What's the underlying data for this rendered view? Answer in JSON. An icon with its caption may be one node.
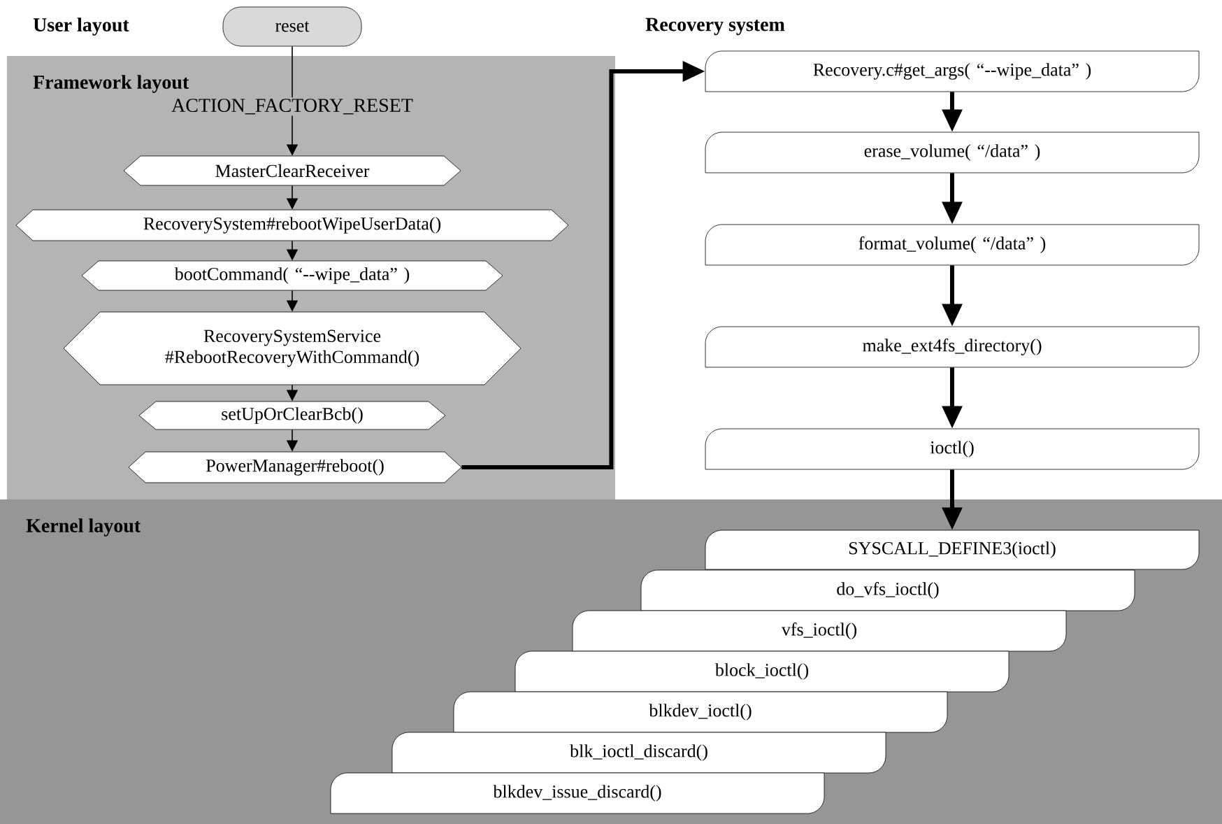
{
  "diagram": {
    "nodes": [
      {
        "text": [
          "reset"
        ]
      },
      {
        "text": [
          "Framework layout"
        ]
      },
      {
        "text": [
          "MasterClearReceiver"
        ],
        "in": 1
      },
      {
        "text": [
          "RecoverySystem#rebootWipeUserData()"
        ],
        "in": 1
      },
      {
        "text": [
          "bootCommand( “--wipe_data” )"
        ],
        "in": 1
      },
      {
        "text": [
          "RecoverySystemService #RebootRecoveryWithCommand()"
        ],
        "in": 1
      },
      {
        "text": [
          "setUpOrClearBcb()"
        ],
        "in": 1
      },
      {
        "text": [
          "PowerManager#reboot()"
        ],
        "in": 1
      },
      {
        "text": [
          "Recovery.c#get_args( “--wipe_data” )"
        ]
      },
      {
        "text": [
          "erase_volume( “/data” )"
        ]
      },
      {
        "text": [
          "format_volume( “/data” )"
        ]
      },
      {
        "text": [
          "make_ext4fs_directory()"
        ]
      },
      {
        "text": [
          "ioctl()"
        ]
      },
      {
        "text": [
          "Kernel layout"
        ]
      },
      {
        "text": [
          "SYSCALL_DEFINE3(ioctl)"
        ],
        "in": 13
      },
      {
        "text": [
          "do_vfs_ioctl()"
        ],
        "in": 13
      },
      {
        "text": [
          "vfs_ioctl()"
        ],
        "in": 13
      },
      {
        "text": [
          "block_ioctl()"
        ],
        "in": 13
      },
      {
        "text": [
          "blkdev_ioctl()"
        ],
        "in": 13
      },
      {
        "text": [
          "blk_ioctl_discard()"
        ],
        "in": 13
      },
      {
        "text": [
          "blkdev_issue_discard()"
        ],
        "in": 13
      }
    ],
    "edges": [
      {
        "from": 0,
        "to": 2,
        "arrow": "to",
        "label": "ACTION_FACTORY_RESET"
      },
      {
        "from": 2,
        "to": 3,
        "arrow": "to"
      },
      {
        "from": 3,
        "to": 4,
        "arrow": "to"
      },
      {
        "from": 4,
        "to": 5,
        "arrow": "to"
      },
      {
        "from": 5,
        "to": 6,
        "arrow": "to"
      },
      {
        "from": 6,
        "to": 7,
        "arrow": "to"
      },
      {
        "from": 7,
        "to": 8,
        "arrow": "to",
        "style": "thick"
      },
      {
        "from": 8,
        "to": 9,
        "arrow": "to",
        "style": "thick"
      },
      {
        "from": 9,
        "to": 10,
        "arrow": "to",
        "style": "thick"
      },
      {
        "from": 10,
        "to": 11,
        "arrow": "to",
        "style": "thick"
      },
      {
        "from": 11,
        "to": 12,
        "arrow": "to",
        "style": "thick"
      },
      {
        "from": 12,
        "to": 14,
        "arrow": "to",
        "style": "thick"
      }
    ],
    "labels": [
      "User layout",
      "Recovery system"
    ]
  }
}
